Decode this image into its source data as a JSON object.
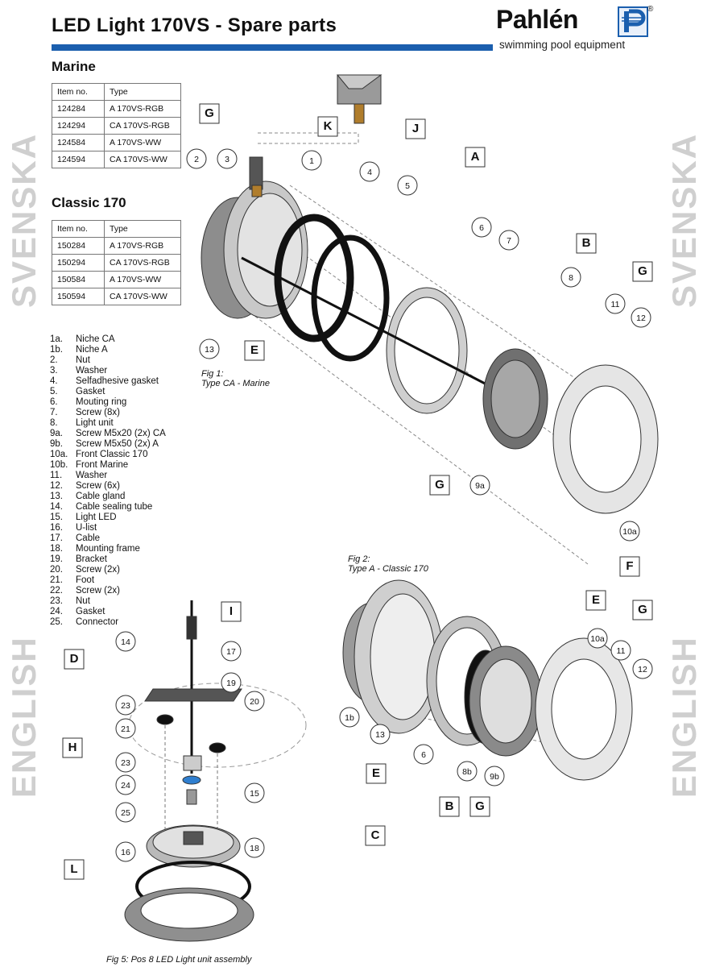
{
  "header": {
    "title": "LED Light 170VS - Spare parts",
    "logo_name": "Pahlén",
    "logo_tagline": "swimming pool equipment",
    "logo_mark": "®"
  },
  "side_labels": {
    "swedish": "SVENSKA",
    "english": "ENGLISH"
  },
  "tables": [
    {
      "heading": "Marine",
      "columns": [
        "Item no.",
        "Type"
      ],
      "rows": [
        [
          "124284",
          "A 170VS-RGB"
        ],
        [
          "124294",
          "CA 170VS-RGB"
        ],
        [
          "124584",
          "A 170VS-WW"
        ],
        [
          "124594",
          "CA 170VS-WW"
        ]
      ]
    },
    {
      "heading": "Classic 170",
      "columns": [
        "Item no.",
        "Type"
      ],
      "rows": [
        [
          "150284",
          "A 170VS-RGB"
        ],
        [
          "150294",
          "CA 170VS-RGB"
        ],
        [
          "150584",
          "A 170VS-WW"
        ],
        [
          "150594",
          "CA 170VS-WW"
        ]
      ]
    }
  ],
  "parts_list": [
    [
      "1a.",
      "Niche CA"
    ],
    [
      "1b.",
      "Niche A"
    ],
    [
      "2.",
      "Nut"
    ],
    [
      "3.",
      "Washer"
    ],
    [
      "4.",
      "Selfadhesive gasket"
    ],
    [
      "5.",
      "Gasket"
    ],
    [
      "6.",
      "Mouting ring"
    ],
    [
      "7.",
      "Screw (8x)"
    ],
    [
      "8.",
      "Light unit"
    ],
    [
      "9a.",
      "Screw M5x20 (2x) CA"
    ],
    [
      "9b.",
      "Screw M5x50 (2x) A"
    ],
    [
      "10a.",
      "Front Classic 170"
    ],
    [
      "10b.",
      "Front Marine"
    ],
    [
      "11.",
      "Washer"
    ],
    [
      "12.",
      "Screw (6x)"
    ],
    [
      "13.",
      "Cable gland"
    ],
    [
      "14.",
      "Cable sealing tube"
    ],
    [
      "15.",
      "Light LED"
    ],
    [
      "16.",
      "U-list"
    ],
    [
      "17.",
      "Cable"
    ],
    [
      "18.",
      "Mounting frame"
    ],
    [
      "19.",
      "Bracket"
    ],
    [
      "20.",
      "Screw (2x)"
    ],
    [
      "21.",
      "Foot"
    ],
    [
      "22.",
      "Screw (2x)"
    ],
    [
      "23.",
      "Nut"
    ],
    [
      "24.",
      "Gasket"
    ],
    [
      "25.",
      "Connector"
    ]
  ],
  "figures": {
    "fig1": {
      "label": "Fig 1:",
      "sub": "Type CA - Marine"
    },
    "fig2": {
      "label": "Fig 2:",
      "sub": "Type A - Classic 170"
    },
    "fig5": {
      "label": "Fig 5: Pos 8 LED Light unit assembly"
    }
  },
  "callouts": {
    "fig1": [
      "G",
      "2",
      "3",
      "1",
      "K",
      "J",
      "A",
      "4",
      "5",
      "6",
      "7",
      "B",
      "8",
      "G",
      "11",
      "12",
      "13",
      "E",
      "G",
      "9a",
      "10a",
      "F"
    ],
    "fig2": [
      "E",
      "G",
      "10a",
      "11",
      "12",
      "1b",
      "13",
      "E",
      "6",
      "8b",
      "9b",
      "B",
      "G",
      "C"
    ],
    "fig5": [
      "I",
      "14",
      "17",
      "D",
      "19",
      "20",
      "23",
      "21",
      "H",
      "23",
      "24",
      "25",
      "15",
      "16",
      "18",
      "L"
    ]
  }
}
